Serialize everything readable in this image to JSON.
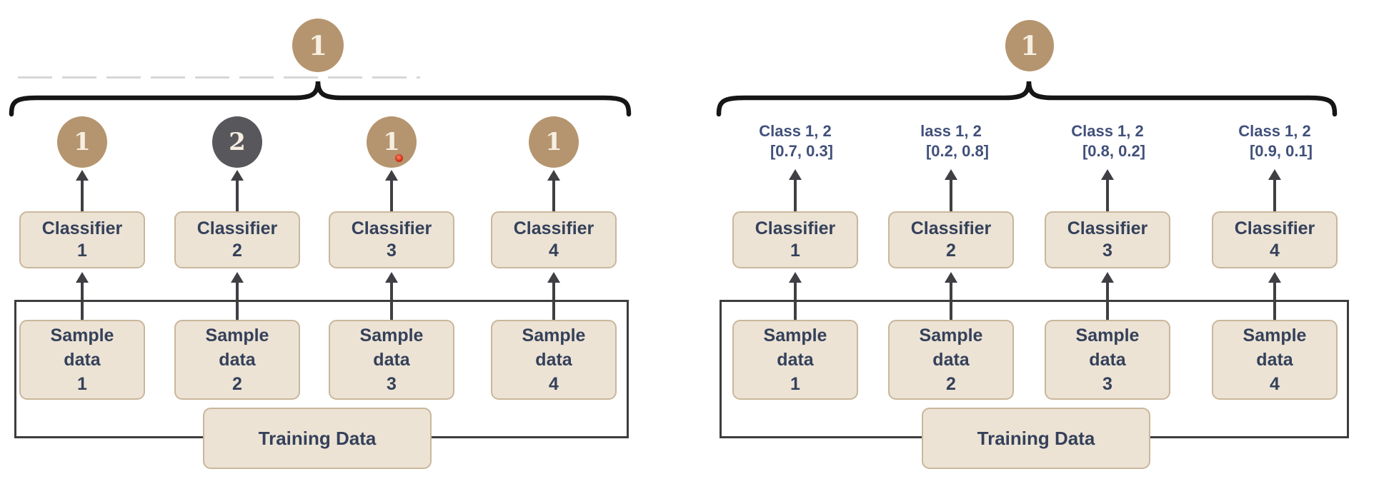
{
  "colors": {
    "tan_circle": "#b5956f",
    "dark_circle": "#58585c",
    "box_fill": "#ece3d5",
    "box_border": "#c9b79b",
    "box_text": "#35415a",
    "prediction_text": "#41507a",
    "arrow": "#3f3f44",
    "brace": "#161616",
    "container_border": "#3d3d3d",
    "red_dot": "#d22b16"
  },
  "left_diagram": {
    "aggregate_label": "1",
    "votes": [
      {
        "label": "1"
      },
      {
        "label": "2"
      },
      {
        "label": "1"
      },
      {
        "label": "1"
      }
    ],
    "classifiers": [
      {
        "line1": "Classifier",
        "line2": "1"
      },
      {
        "line1": "Classifier",
        "line2": "2"
      },
      {
        "line1": "Classifier",
        "line2": "3"
      },
      {
        "line1": "Classifier",
        "line2": "4"
      }
    ],
    "samples": [
      {
        "line1": "Sample",
        "line2": "data",
        "line3": "1"
      },
      {
        "line1": "Sample",
        "line2": "data",
        "line3": "2"
      },
      {
        "line1": "Sample",
        "line2": "data",
        "line3": "3"
      },
      {
        "line1": "Sample",
        "line2": "data",
        "line3": "4"
      }
    ],
    "training_label": "Training Data"
  },
  "right_diagram": {
    "aggregate_label": "1",
    "predictions": [
      {
        "line1": "Class 1, 2",
        "line2": "[0.7, 0.3]"
      },
      {
        "line1": "lass 1, 2",
        "line2": "[0.2, 0.8]"
      },
      {
        "line1": "Class 1, 2",
        "line2": "[0.8, 0.2]"
      },
      {
        "line1": "Class 1, 2",
        "line2": "[0.9, 0.1]"
      }
    ],
    "classifiers": [
      {
        "line1": "Classifier",
        "line2": "1"
      },
      {
        "line1": "Classifier",
        "line2": "2"
      },
      {
        "line1": "Classifier",
        "line2": "3"
      },
      {
        "line1": "Classifier",
        "line2": "4"
      }
    ],
    "samples": [
      {
        "line1": "Sample",
        "line2": "data",
        "line3": "1"
      },
      {
        "line1": "Sample",
        "line2": "data",
        "line3": "2"
      },
      {
        "line1": "Sample",
        "line2": "data",
        "line3": "3"
      },
      {
        "line1": "Sample",
        "line2": "data",
        "line3": "4"
      }
    ],
    "training_label": "Training Data"
  }
}
